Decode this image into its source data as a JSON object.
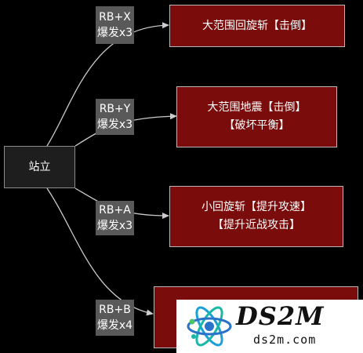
{
  "diagram": {
    "start": {
      "label": "站立"
    },
    "branches": [
      {
        "input": "RB+X",
        "burst": "爆发x3",
        "lines": [
          "大范围回旋斩【击倒】"
        ]
      },
      {
        "input": "RB+Y",
        "burst": "爆发x3",
        "lines": [
          "大范围地震【击倒】",
          "【破坏平衡】"
        ]
      },
      {
        "input": "RB+A",
        "burst": "爆发x3",
        "lines": [
          "小回旋斩【提升攻速】",
          "【提升近战攻击】"
        ]
      },
      {
        "input": "RB+B",
        "burst": "爆发x4",
        "lines": []
      }
    ]
  },
  "watermark": {
    "name": "DS2M",
    "domain": "ds2m.com"
  },
  "colors": {
    "background": "#000000",
    "start_fill": "#1e1e1e",
    "move_fill": "#7a0c0c",
    "label_fill": "#595959",
    "edge": "#cccccc"
  }
}
